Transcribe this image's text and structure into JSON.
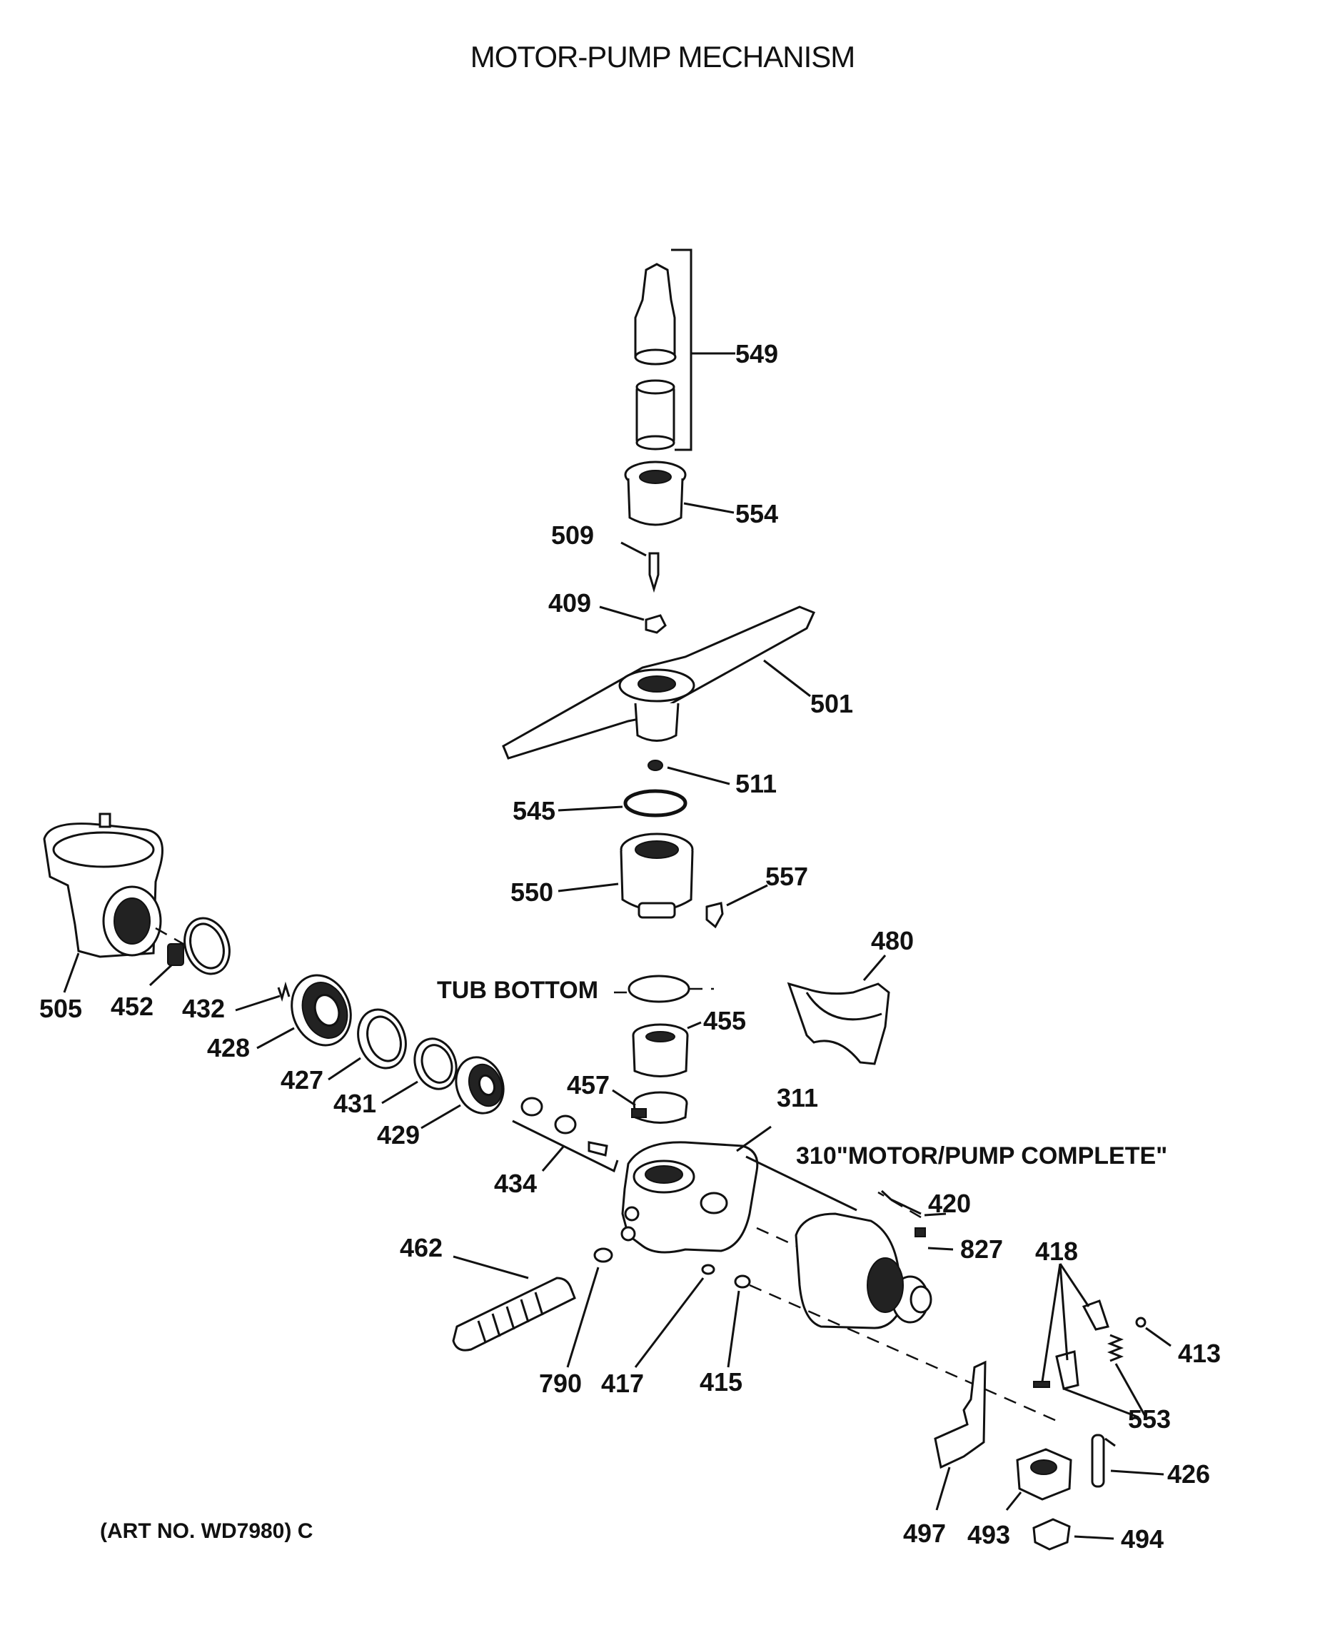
{
  "title": "MOTOR-PUMP MECHANISM",
  "art_number": "(ART NO. WD7980) C",
  "annotations": {
    "tub_bottom": "TUB BOTTOM",
    "motor_pump_complete": "310\"MOTOR/PUMP COMPLETE\""
  },
  "parts": {
    "p549": "549",
    "p554": "554",
    "p509": "509",
    "p409": "409",
    "p501": "501",
    "p511": "511",
    "p545": "545",
    "p550": "550",
    "p557": "557",
    "p480": "480",
    "p455": "455",
    "p457": "457",
    "p311": "311",
    "p505": "505",
    "p452": "452",
    "p432": "432",
    "p428": "428",
    "p427": "427",
    "p431": "431",
    "p429": "429",
    "p434": "434",
    "p462": "462",
    "p790": "790",
    "p417": "417",
    "p415": "415",
    "p420": "420",
    "p827": "827",
    "p418": "418",
    "p413": "413",
    "p553": "553",
    "p426": "426",
    "p497": "497",
    "p493": "493",
    "p494": "494"
  }
}
